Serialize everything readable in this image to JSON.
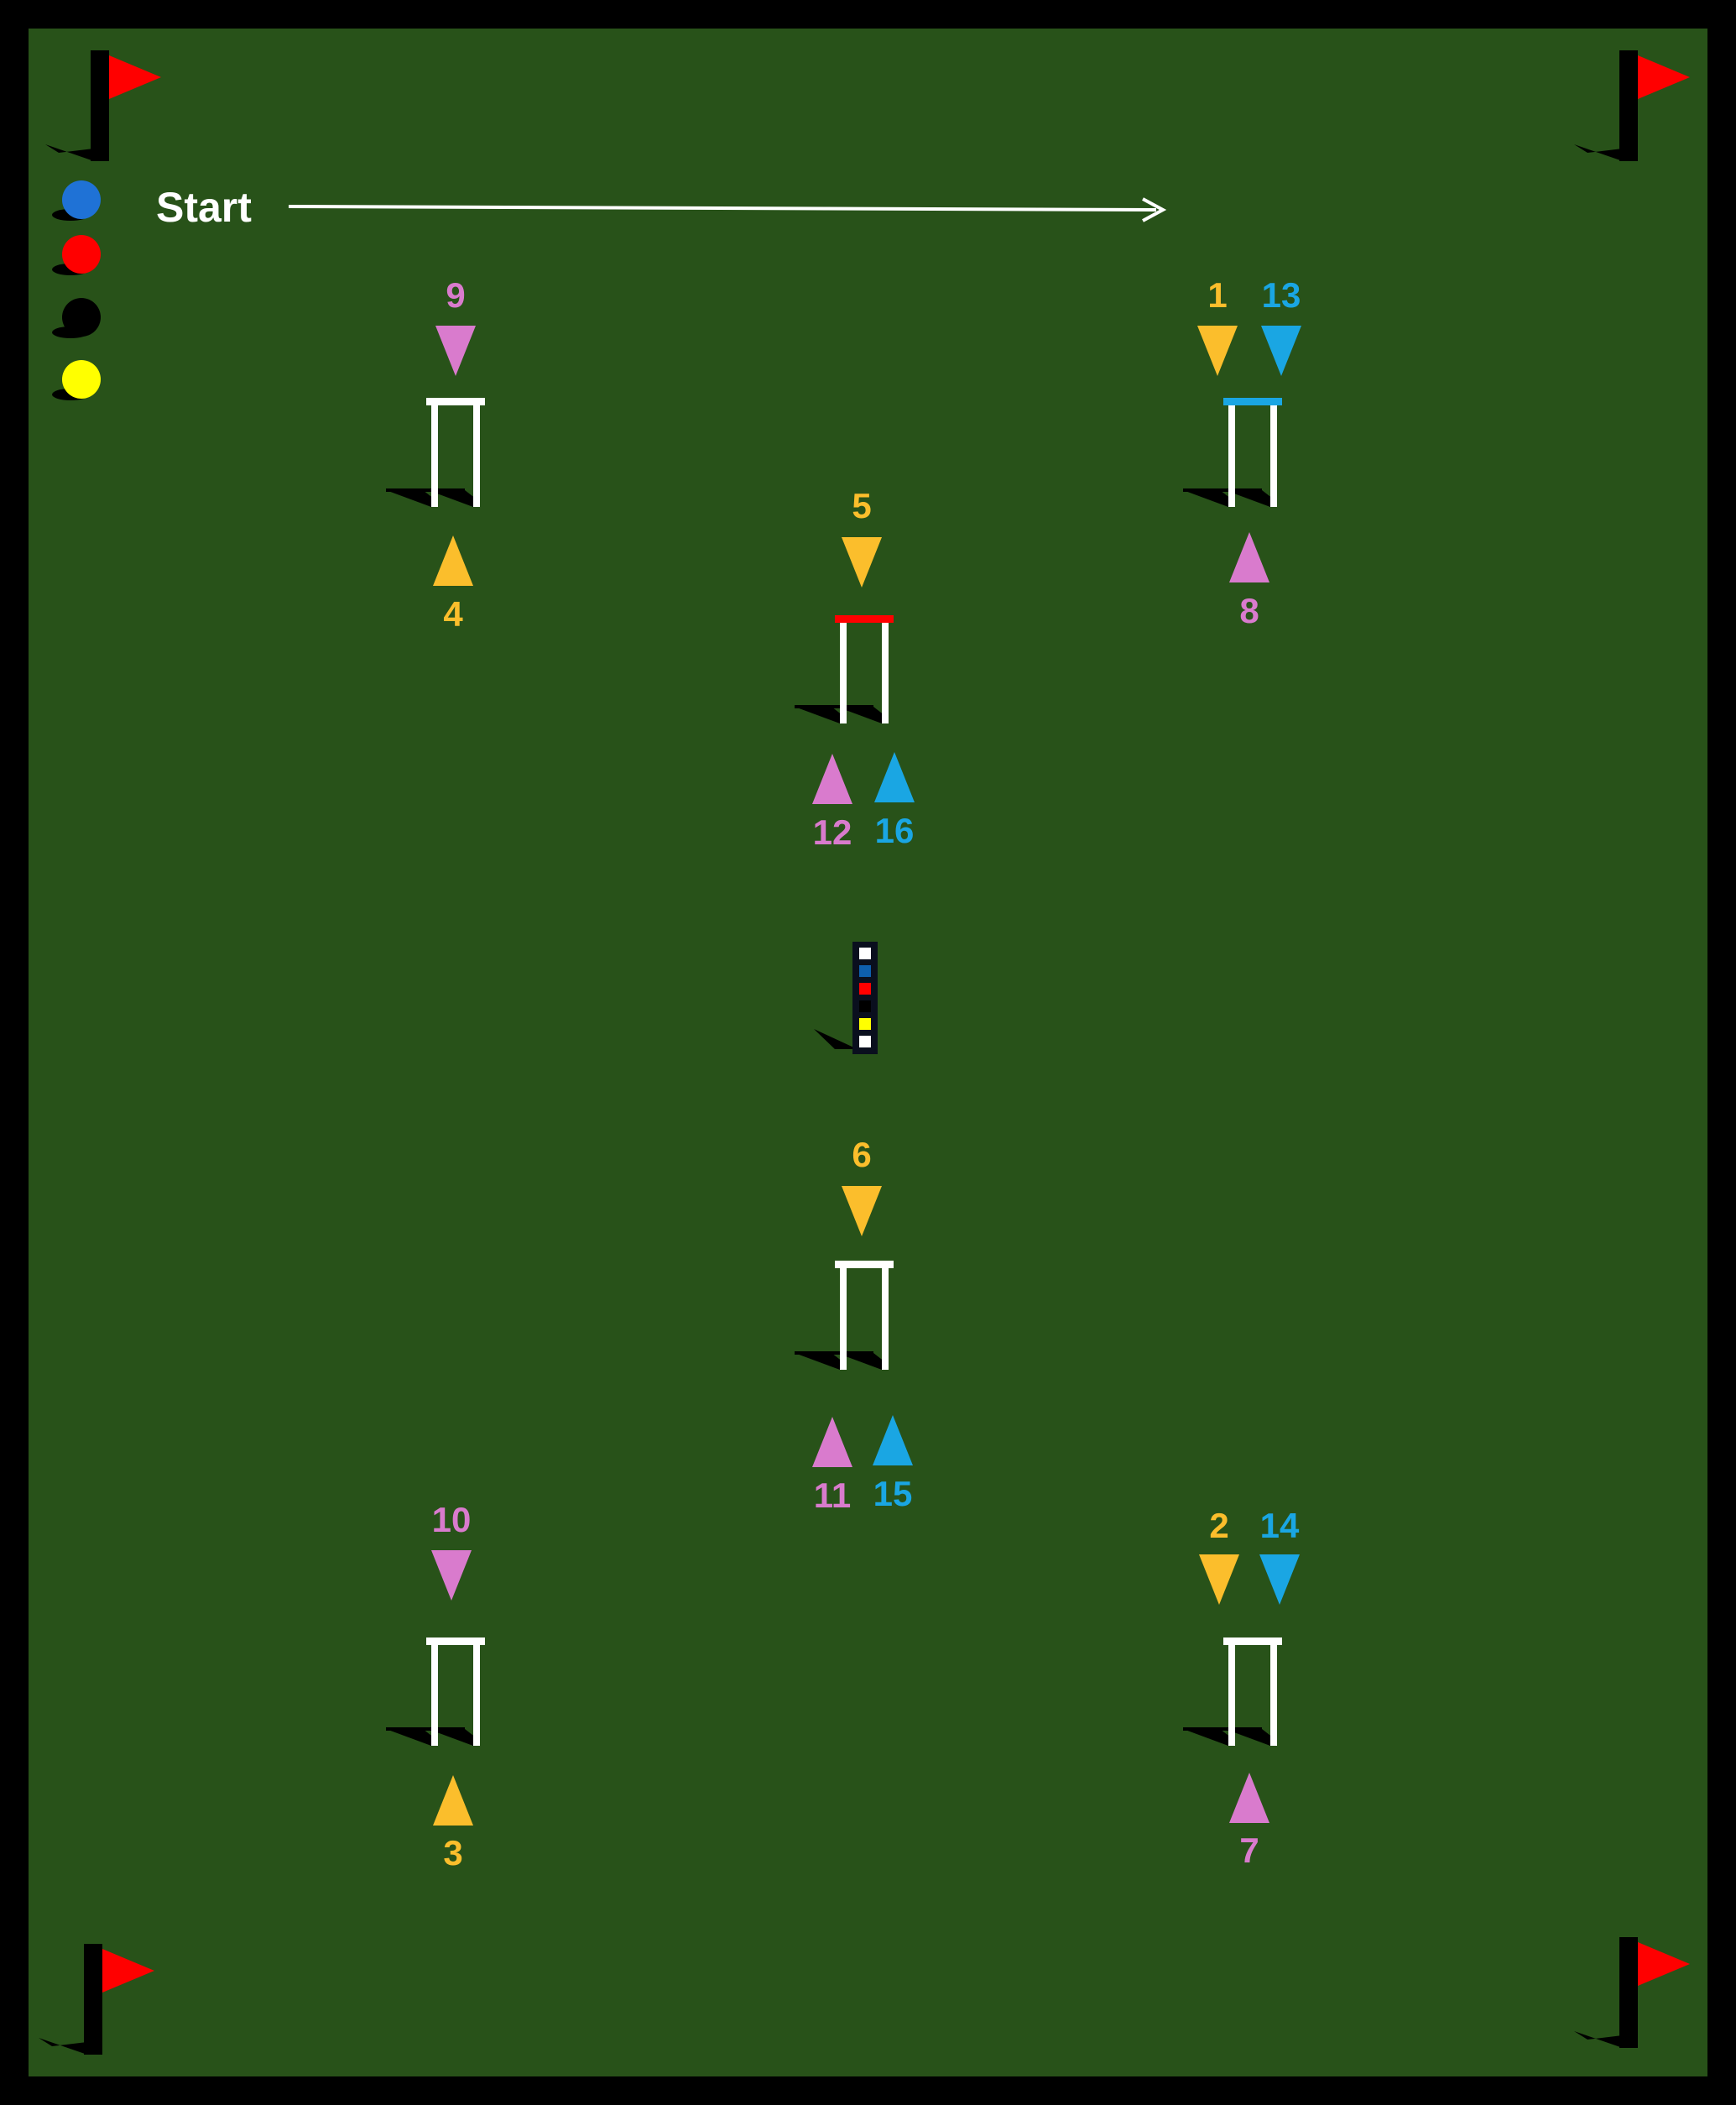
{
  "start_label": "Start",
  "colors": {
    "background": "#000000",
    "lawn": "#285219",
    "hoop": "#ffffff",
    "shadow": "#000000",
    "arrow": "#ffffff",
    "flag": "#ff0000",
    "start_text": "#ffffff",
    "clip_yellow": "#fbbe2c",
    "clip_pink": "#d97bcd",
    "clip_blue": "#1aa6e3",
    "crown_red": "#ff0000",
    "crown_blue": "#1aa6e3"
  },
  "balls": [
    {
      "id": "blue",
      "color": "#1f72d6"
    },
    {
      "id": "red",
      "color": "#ff0000"
    },
    {
      "id": "black",
      "color": "#000000"
    },
    {
      "id": "yellow",
      "color": "#ffff00"
    }
  ],
  "peg_bands": [
    "#ffffff",
    "#0e5fae",
    "#ff0000",
    "#000000",
    "#ffff00",
    "#ffffff"
  ],
  "corner_flags": [
    "top-left",
    "top-right",
    "bottom-left",
    "bottom-right"
  ],
  "hoops": [
    {
      "id": "top-left",
      "crown": null
    },
    {
      "id": "top-right",
      "crown": "blue"
    },
    {
      "id": "upper-center",
      "crown": "red"
    },
    {
      "id": "lower-center",
      "crown": null
    },
    {
      "id": "bottom-left",
      "crown": null
    },
    {
      "id": "bottom-right",
      "crown": null
    }
  ],
  "clips": [
    {
      "number": "1",
      "color": "yellow",
      "direction": "down",
      "hoop": "top-right"
    },
    {
      "number": "2",
      "color": "yellow",
      "direction": "down",
      "hoop": "bottom-right"
    },
    {
      "number": "3",
      "color": "yellow",
      "direction": "up",
      "hoop": "bottom-left"
    },
    {
      "number": "4",
      "color": "yellow",
      "direction": "up",
      "hoop": "top-left"
    },
    {
      "number": "5",
      "color": "yellow",
      "direction": "down",
      "hoop": "upper-center"
    },
    {
      "number": "6",
      "color": "yellow",
      "direction": "down",
      "hoop": "lower-center"
    },
    {
      "number": "7",
      "color": "pink",
      "direction": "up",
      "hoop": "bottom-right"
    },
    {
      "number": "8",
      "color": "pink",
      "direction": "up",
      "hoop": "top-right"
    },
    {
      "number": "9",
      "color": "pink",
      "direction": "down",
      "hoop": "top-left"
    },
    {
      "number": "10",
      "color": "pink",
      "direction": "down",
      "hoop": "bottom-left"
    },
    {
      "number": "11",
      "color": "pink",
      "direction": "up",
      "hoop": "lower-center"
    },
    {
      "number": "12",
      "color": "pink",
      "direction": "up",
      "hoop": "upper-center"
    },
    {
      "number": "13",
      "color": "blue",
      "direction": "down",
      "hoop": "top-right"
    },
    {
      "number": "14",
      "color": "blue",
      "direction": "down",
      "hoop": "bottom-right"
    },
    {
      "number": "15",
      "color": "blue",
      "direction": "up",
      "hoop": "lower-center"
    },
    {
      "number": "16",
      "color": "blue",
      "direction": "up",
      "hoop": "upper-center"
    }
  ]
}
